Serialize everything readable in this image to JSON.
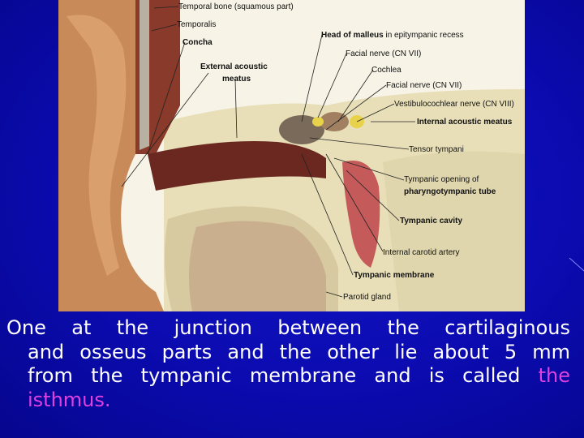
{
  "figure": {
    "labels": {
      "temporal_bone": "Temporal bone (squamous part)",
      "temporalis": "Temporalis",
      "concha": "Concha",
      "eam_1": "External acoustic",
      "eam_2": "meatus",
      "head_malleus": "Head of malleus",
      "head_malleus_rest": "in epitympanic recess",
      "facial_nerve_1": "Facial nerve (CN VII)",
      "cochlea": "Cochlea",
      "facial_nerve_2": "Facial nerve (CN VII)",
      "vestibulocochlear": "Vestibulocochlear nerve (CN VIII)",
      "internal_meatus": "Internal acoustic meatus",
      "tensor_tympani": "Tensor tympani",
      "tympanic_opening_1": "Tympanic opening of",
      "tympanic_opening_2": "pharyngotympanic tube",
      "tympanic_cavity": "Tympanic cavity",
      "internal_carotid": "Internal carotid artery",
      "tympanic_membrane": "Tympanic membrane",
      "parotid_gland": "Parotid gland"
    },
    "colors": {
      "bone": "#e6dcb0",
      "muscle": "#8a3a2a",
      "skin": "#c98a5a",
      "canal": "#6a2820",
      "gland": "#d7c9a0"
    }
  },
  "caption": {
    "line1": "One at the junction between the cartilaginous",
    "line2": "and osseus parts and the other lie about 5 mm",
    "line3_plain": "from the tympanic membrane and is called",
    "line3_highlight": "the",
    "line4_highlight": "isthmus."
  },
  "colors": {
    "background": "#0b0bb0",
    "text": "#ffffff",
    "highlight": "#e040e0"
  }
}
